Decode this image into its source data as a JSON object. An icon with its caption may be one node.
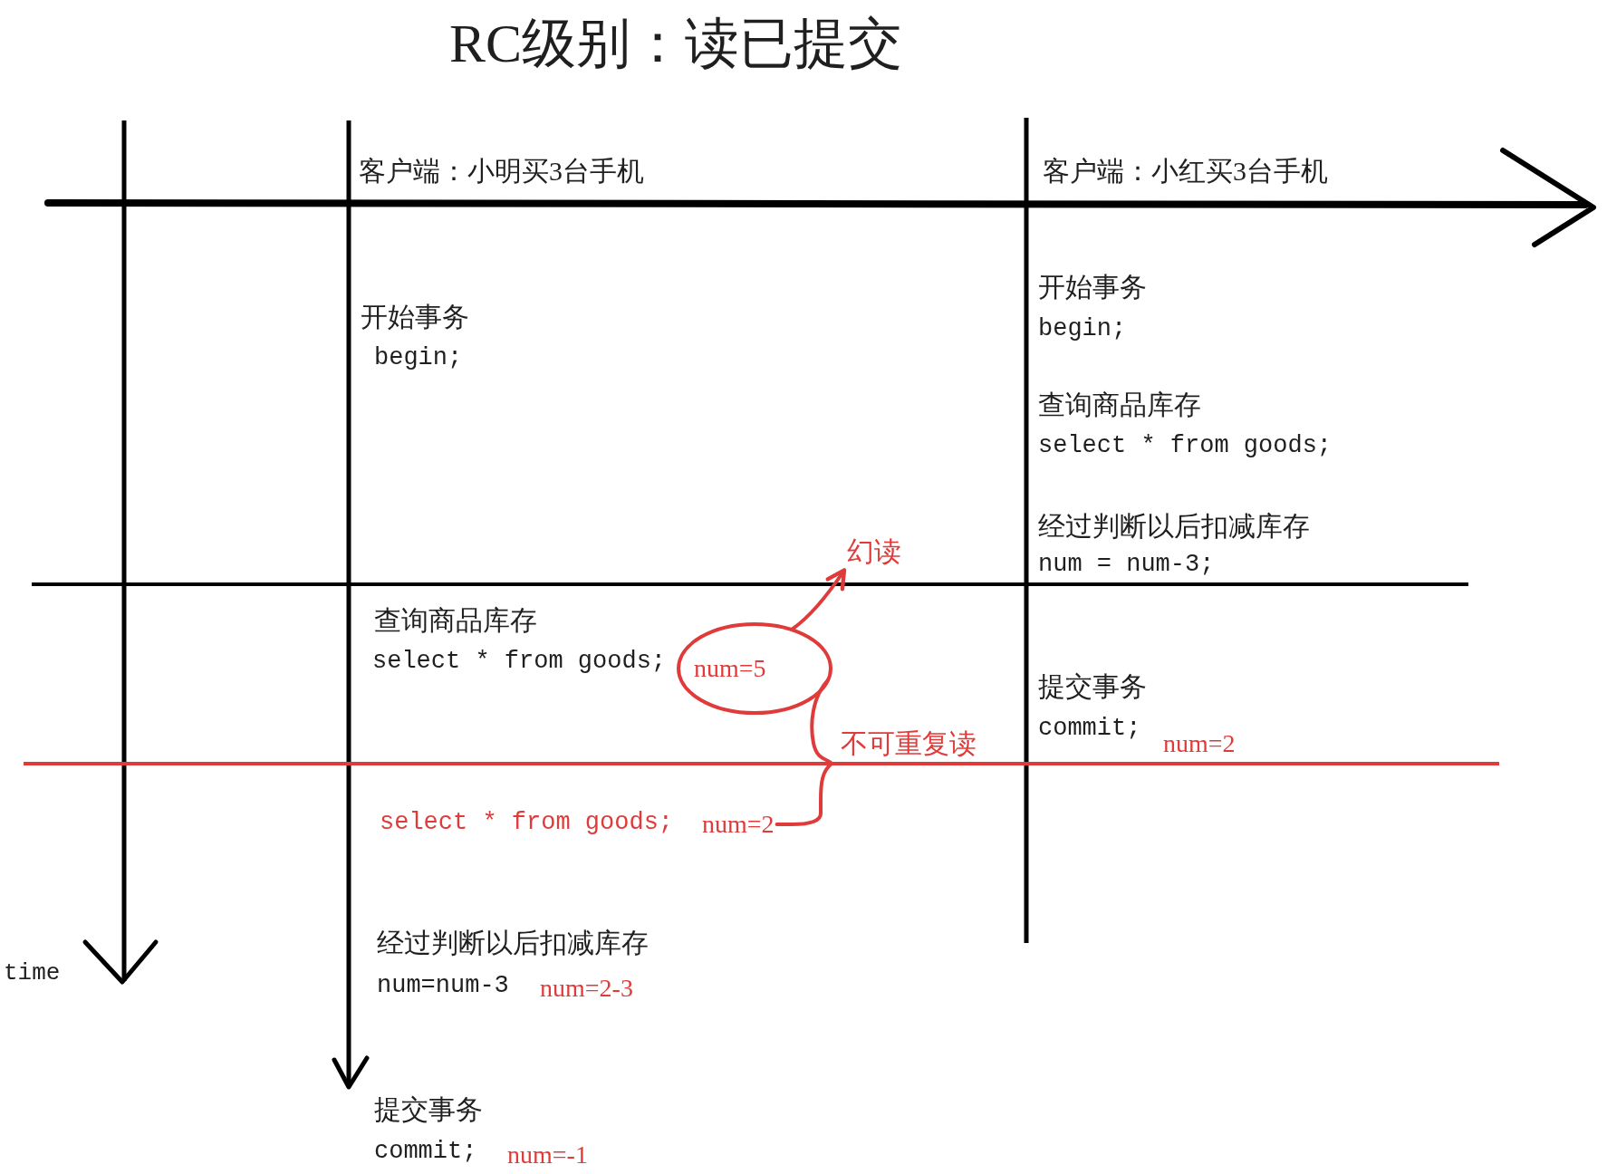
{
  "diagram": {
    "title": "RC级别：读已提交",
    "nodes": [
      {
        "text": [
          "num=5"
        ]
      },
      {
        "text": [
          "幻读"
        ]
      },
      {
        "text": [
          "num=2"
        ]
      }
    ],
    "edges": [
      {
        "from": 0,
        "to": 1,
        "arrow": "to"
      },
      {
        "from": 0,
        "to": 2,
        "arrow": "none",
        "label": "不可重复读"
      }
    ],
    "labels": [
      "客户端：小明买3台手机",
      "客户端：小红买3台手机",
      "开始事务",
      "begin;",
      "查询商品库存",
      "select * from goods;",
      "select * from goods;",
      "经过判断以后扣减库存",
      "num=num-3",
      "num=2-3",
      "提交事务",
      "commit;",
      "num=-1",
      "开始事务",
      "begin;",
      "查询商品库存",
      "select * from goods;",
      "经过判断以后扣减库存",
      "num = num-3;",
      "提交事务",
      "commit;",
      "num=2",
      "time"
    ]
  }
}
